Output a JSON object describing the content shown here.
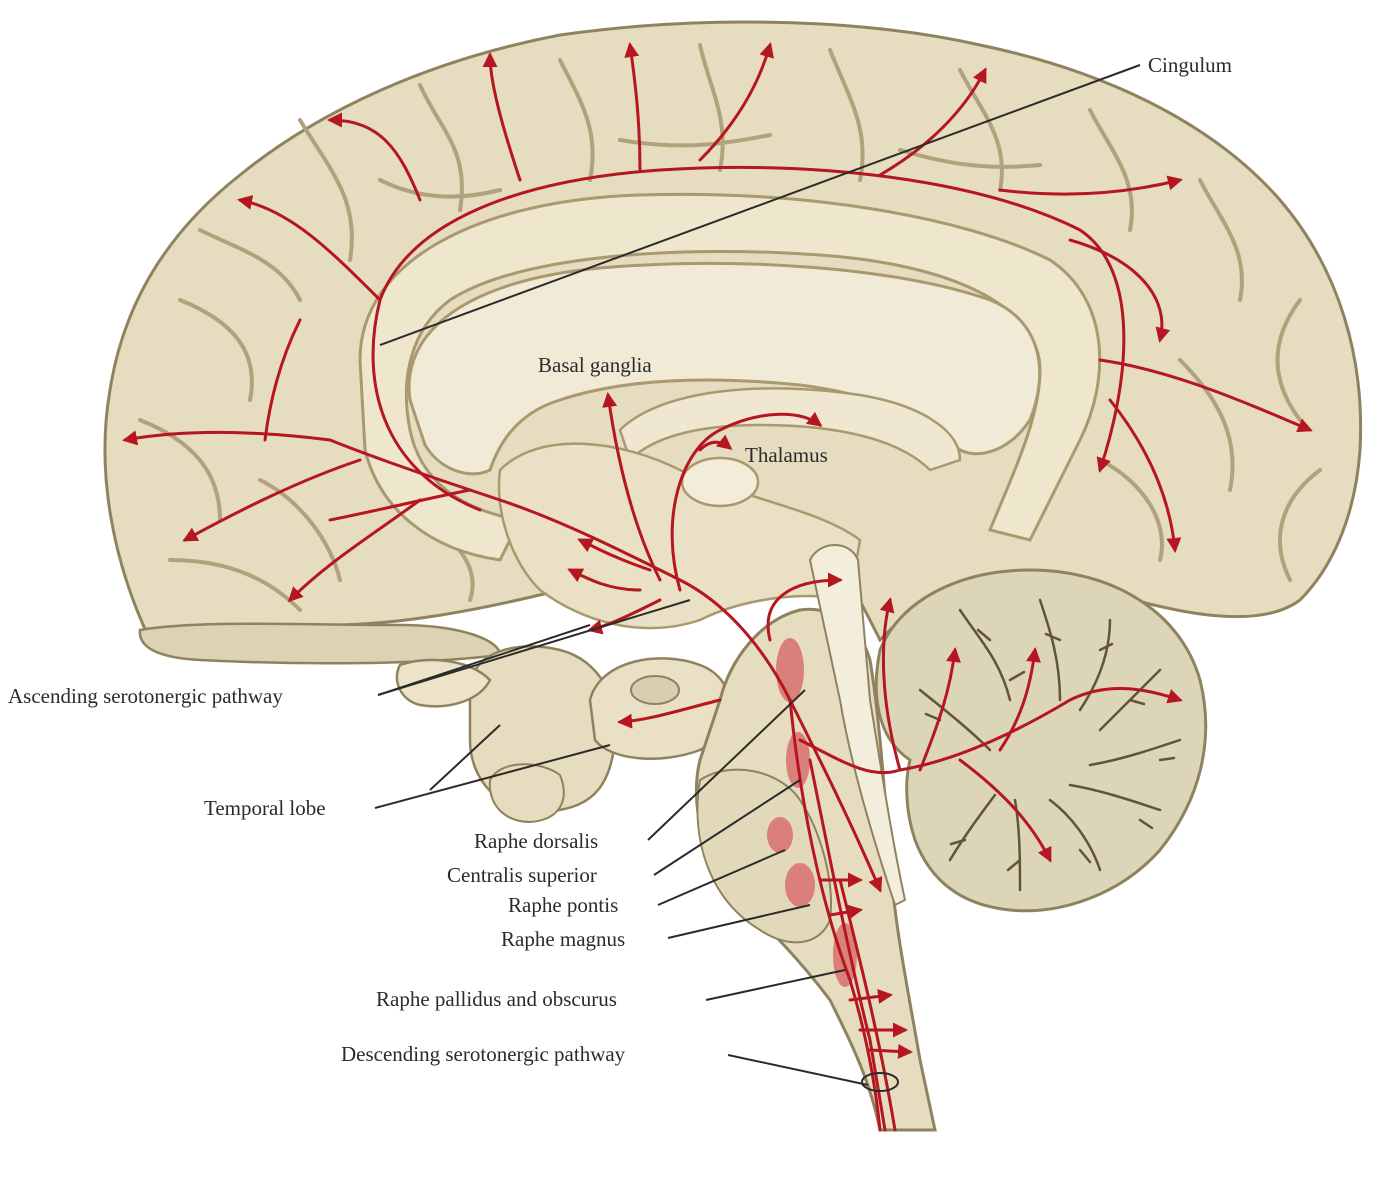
{
  "labels": {
    "cingulum": "Cingulum",
    "basal_ganglia": "Basal ganglia",
    "thalamus": "Thalamus",
    "ascending": "Ascending serotonergic pathway",
    "temporal_lobe": "Temporal lobe",
    "raphe_dorsalis": "Raphe dorsalis",
    "centralis_superior": "Centralis superior",
    "raphe_pontis": "Raphe pontis",
    "raphe_magnus": "Raphe magnus",
    "raphe_pallidus": "Raphe pallidus and obscurus",
    "descending": "Descending serotonergic pathway"
  },
  "colors": {
    "brain_fill": "#e6dcbf",
    "gyrus_fill": "#eee6cd",
    "sulcus": "#b0a27a",
    "cut_surface": "#f1ead6",
    "pathway": "#b5161f",
    "nucleus": "#d9706f",
    "cerebellum": "#ddd5b8",
    "leader": "#2b2b2b"
  },
  "icons": {
    "arrowhead": "pathway-arrowhead"
  }
}
